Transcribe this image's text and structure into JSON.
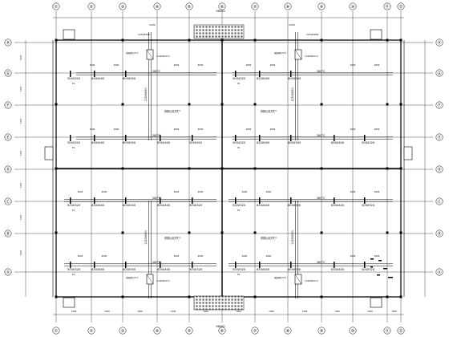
{
  "grid": {
    "columns": [
      "①",
      "②",
      "③",
      "④",
      "⑤",
      "⑥",
      "⑦",
      "⑧",
      "⑨",
      "⑩",
      "⑪",
      "⑫"
    ],
    "rows_left": [
      "Ⓗ",
      "Ⓖ",
      "Ⓕ",
      "Ⓔ",
      "Ⓓ",
      "Ⓒ",
      "Ⓑ",
      "Ⓐ"
    ],
    "rows_right": [
      "Ⓗ",
      "Ⓖ",
      "Ⓕ",
      "Ⓔ",
      "Ⓓ",
      "Ⓒ",
      "Ⓑ",
      "Ⓐ"
    ]
  },
  "dims": {
    "span": "4000",
    "bay_left": "7200",
    "total_top": "96000",
    "total_bottom": "96000"
  },
  "ducts": {
    "d1": "500X320",
    "d2": "630X400",
    "d3": "800X500",
    "riser": "1250X630",
    "temp": "280°C",
    "label_p": "P1"
  },
  "notes": {
    "equip_unit": "排烟风机 PY-1",
    "equip_spec": "L=62000m³/h",
    "zone_note": "排烟防火阀 280°C",
    "top_duct": "1250X630",
    "dim_top_small": "1200"
  },
  "colors": {
    "line": "#000000",
    "fill_pattern": "#444444"
  }
}
